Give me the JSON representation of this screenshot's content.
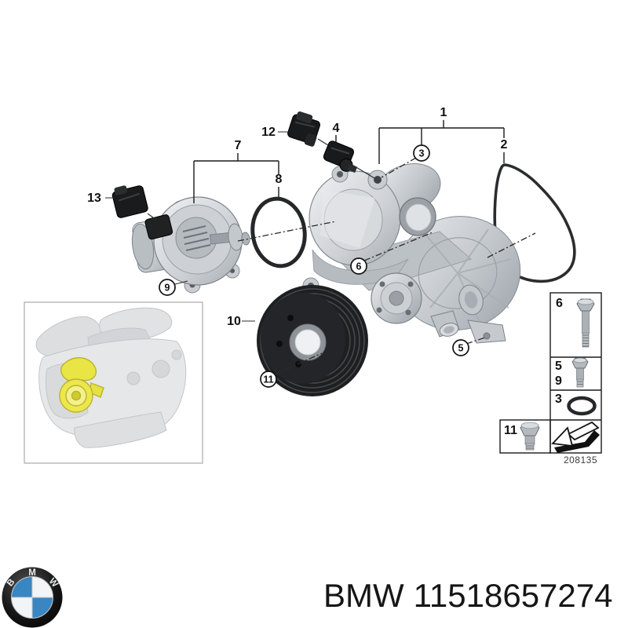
{
  "callouts": {
    "n1": "1",
    "n2": "2",
    "n3": "3",
    "n4": "4",
    "n5": "5",
    "n6": "6",
    "n7": "7",
    "n8": "8",
    "n9": "9",
    "n10": "10",
    "n11": "11",
    "n12": "12",
    "n13": "13"
  },
  "legend": {
    "slot_top_label": "6",
    "slot_mid_label_a": "5",
    "slot_mid_label_b": "9",
    "slot_ring_label": "3",
    "slot_bottom_label": "11",
    "diagram_number": "208135",
    "icons": {
      "top": "long-bolt-icon",
      "mid": "bolt-icon",
      "ring": "o-ring-icon",
      "bottom": "short-bolt-icon",
      "corner": "install-direction-arrow-icon"
    }
  },
  "footer": {
    "brand": "BMW",
    "part_number": "11518657274",
    "logo_letters": [
      "B",
      "M",
      "W"
    ]
  },
  "colors": {
    "background": "#ffffff",
    "metal": "#c9cdd1",
    "part_black": "#1d1f21",
    "gasket": "#2a2d30",
    "highlight_yellow": "#e9e545",
    "roundel_blue": "#3986c2"
  }
}
